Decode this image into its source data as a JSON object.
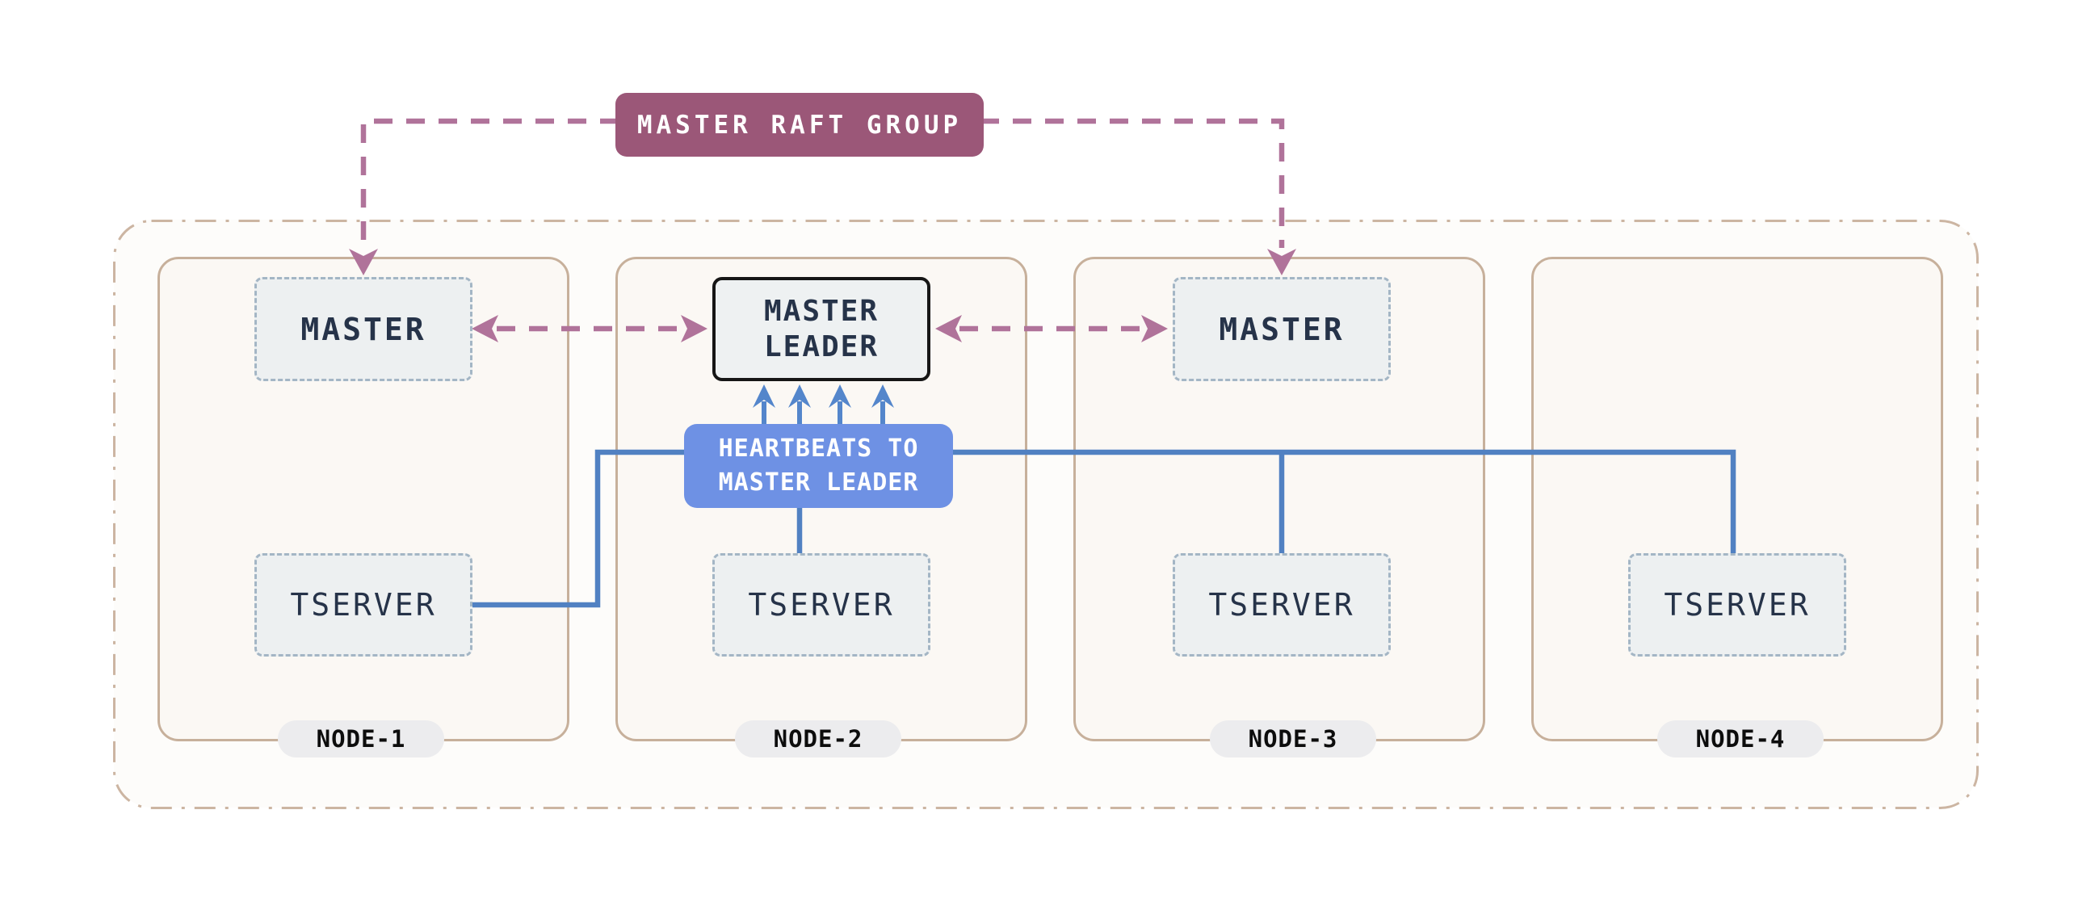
{
  "diagram": {
    "badge": "MASTER RAFT GROUP",
    "heartbeats": {
      "line1": "HEARTBEATS TO",
      "line2": "MASTER LEADER"
    },
    "nodes": [
      {
        "label": "NODE-1",
        "master": "MASTER",
        "tserver": "TSERVER"
      },
      {
        "label": "NODE-2",
        "leader_line1": "MASTER",
        "leader_line2": "LEADER",
        "tserver": "TSERVER"
      },
      {
        "label": "NODE-3",
        "master": "MASTER",
        "tserver": "TSERVER"
      },
      {
        "label": "NODE-4",
        "tserver": "TSERVER"
      }
    ],
    "colors": {
      "raft_badge": "#9b5778",
      "raft_link": "#b0739a",
      "heartbeat_line": "#5181c2",
      "heartbeat_box": "#6e91e4",
      "node_border": "#c7b09b",
      "cluster_border": "#ccb5a2",
      "box_fill": "#edf0f1",
      "box_text": "#263349"
    }
  }
}
